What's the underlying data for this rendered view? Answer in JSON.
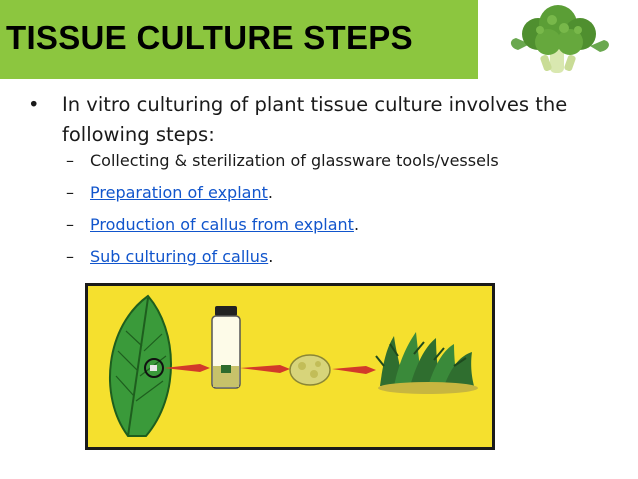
{
  "header": {
    "title": "TISSUE CULTURE STEPS",
    "bg_color": "#8cc63f",
    "image_icon": "broccoli-icon"
  },
  "bullets": {
    "main": "In vitro culturing of plant tissue culture involves the following steps:",
    "steps": [
      {
        "text": "Collecting & sterilization of glassware tools/vessels",
        "link": ""
      },
      {
        "text": "Preparation of explant",
        "suffix": ".",
        "link": "true"
      },
      {
        "text": "Production of callus from explant",
        "suffix": ".",
        "link": "true"
      },
      {
        "text": "Sub culturing of callus",
        "suffix": ".",
        "link": "true"
      }
    ]
  },
  "diagram": {
    "bg_color": "#f5e02e",
    "icons": [
      "leaf-icon",
      "arrow-icon",
      "culture-jar-icon",
      "arrow-icon",
      "callus-icon",
      "arrow-icon",
      "plantlet-cluster-icon"
    ]
  }
}
